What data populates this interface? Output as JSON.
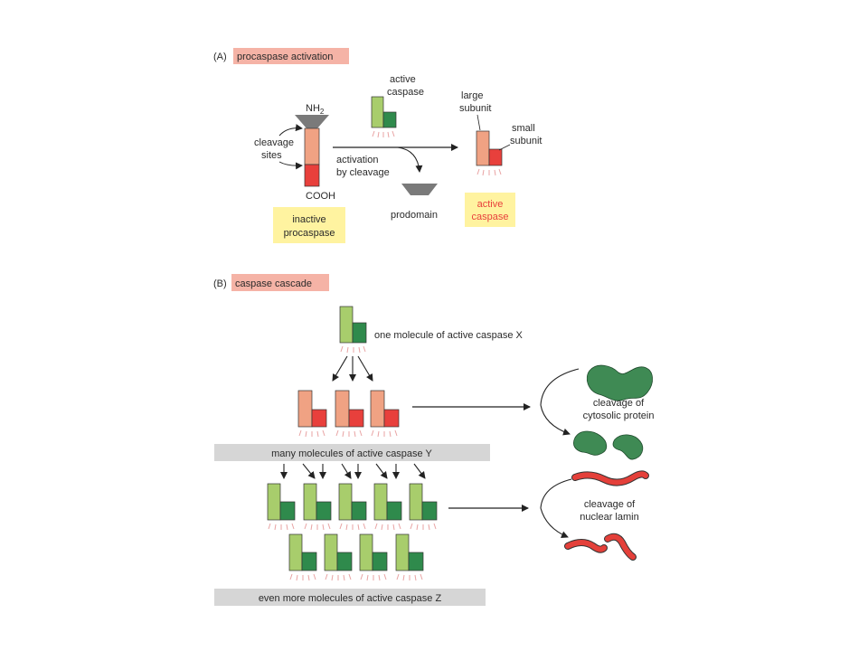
{
  "panel_a": {
    "heading_letter": "(A)",
    "heading": "procaspase activation",
    "nh2": "NH",
    "nh2_sub": "2",
    "cooh": "COOH",
    "cleavage_sites": [
      "cleavage",
      "sites"
    ],
    "inactive_label": [
      "inactive",
      "procaspase"
    ],
    "activation": [
      "activation",
      "by cleavage"
    ],
    "prodomain": "prodomain",
    "active_caspase_top": [
      "active",
      "caspase"
    ],
    "large_subunit": [
      "large",
      "subunit"
    ],
    "small_subunit": [
      "small",
      "subunit"
    ],
    "active_caspase_result": [
      "active",
      "caspase"
    ]
  },
  "panel_b": {
    "heading_letter": "(B)",
    "heading": "caspase cascade",
    "caspase_x": "one molecule of active caspase X",
    "caspase_y": "many molecules of active caspase Y",
    "caspase_z": "even more molecules of active caspase Z",
    "cytosolic": [
      "cleavage of",
      "cytosolic protein"
    ],
    "lamin": [
      "cleavage of",
      "nuclear lamin"
    ]
  },
  "colors": {
    "highlight_pink": "#f5b3a6",
    "highlight_yellow": "#fff3a0",
    "bar_gray": "#d6d6d6",
    "salmon": "#f0a283",
    "red": "#e8403c",
    "light_green": "#a8cd6c",
    "dark_green": "#2f8a4c",
    "protein_green": "#3f8a54",
    "lamin_red": "#e4403a",
    "gray_shape": "#7a7a7a"
  }
}
